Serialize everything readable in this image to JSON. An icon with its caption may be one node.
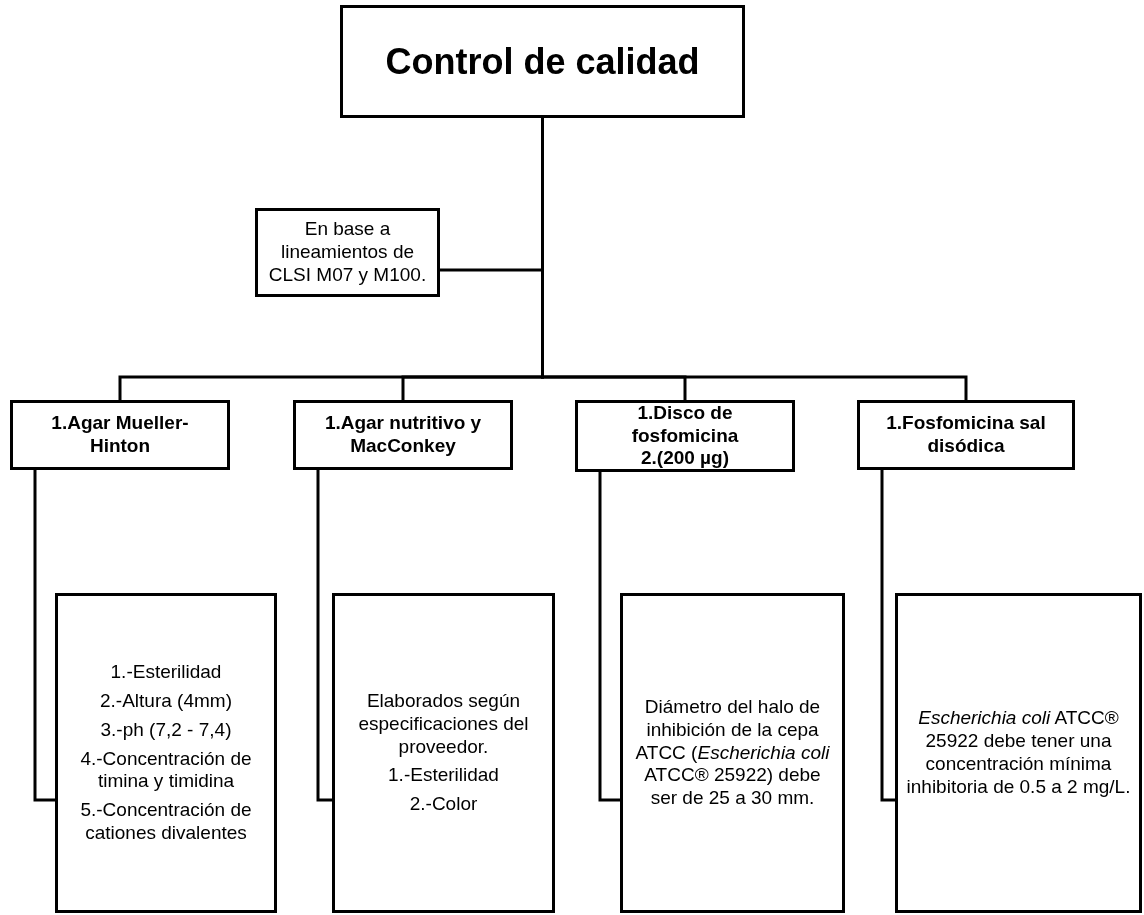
{
  "diagram": {
    "nodes": [
      {
        "text": [
          "Control de calidad"
        ]
      },
      {
        "text": [
          "En base a lineamientos de CLSI M07 y M100."
        ]
      },
      {
        "text": [
          "1.Agar Mueller-Hinton"
        ]
      },
      {
        "text": [
          "1.Agar nutritivo y MacConkey"
        ]
      },
      {
        "text": [
          "1.Disco de fosfomicina",
          "2.(200 µg)"
        ]
      },
      {
        "text": [
          "1.Fosfomicina sal disódica"
        ]
      },
      {
        "text": [
          "1.-Esterilidad",
          "2.-Altura (4mm)",
          "3.-ph (7,2 - 7,4)",
          "4.-Concentración de timina y timidina",
          "5.-Concentración de cationes divalentes"
        ]
      },
      {
        "text": [
          "Elaborados según especificaciones del proveedor.",
          "1.-Esterilidad",
          "2.-Color"
        ]
      },
      {
        "text": [
          "Diámetro del halo de inhibición de la cepa ATCC (*Escherichia coli* ATCC® 25922) debe ser de 25 a 30 mm."
        ]
      },
      {
        "text": [
          "*Escherichia coli* ATCC® 25922 debe tener una concentración mínima inhibitoria de 0.5 a 2 mg/L."
        ]
      }
    ],
    "edges": [
      {
        "from": 0,
        "to": 1,
        "arrow": "none"
      },
      {
        "from": 0,
        "to": 2,
        "arrow": "none"
      },
      {
        "from": 0,
        "to": 3,
        "arrow": "none"
      },
      {
        "from": 0,
        "to": 4,
        "arrow": "none"
      },
      {
        "from": 0,
        "to": 5,
        "arrow": "none"
      },
      {
        "from": 2,
        "to": 6,
        "arrow": "none"
      },
      {
        "from": 3,
        "to": 7,
        "arrow": "none"
      },
      {
        "from": 4,
        "to": 8,
        "arrow": "none"
      },
      {
        "from": 5,
        "to": 9,
        "arrow": "none"
      }
    ]
  }
}
